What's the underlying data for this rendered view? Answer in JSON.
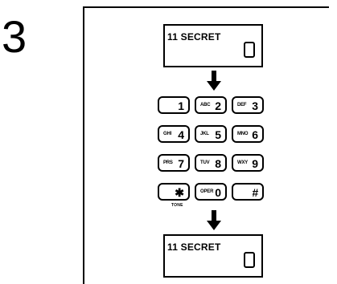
{
  "step": {
    "number": "3"
  },
  "display_top": {
    "text": "11 SECRET"
  },
  "display_bottom": {
    "text": "11 SECRET"
  },
  "keypad": {
    "keys": [
      {
        "main": "1",
        "sub": ""
      },
      {
        "main": "2",
        "sub": "ABC"
      },
      {
        "main": "3",
        "sub": "DEF"
      },
      {
        "main": "4",
        "sub": "GHI"
      },
      {
        "main": "5",
        "sub": "JKL"
      },
      {
        "main": "6",
        "sub": "MNO"
      },
      {
        "main": "7",
        "sub": "PRS"
      },
      {
        "main": "8",
        "sub": "TUV"
      },
      {
        "main": "9",
        "sub": "WXY"
      },
      {
        "main": "✱",
        "sub": ""
      },
      {
        "main": "0",
        "sub": "OPER"
      },
      {
        "main": "#",
        "sub": ""
      }
    ],
    "tone_label": "TONE"
  },
  "icons": {
    "arrow": "down-arrow-icon",
    "cursor": "cursor-box-icon"
  }
}
